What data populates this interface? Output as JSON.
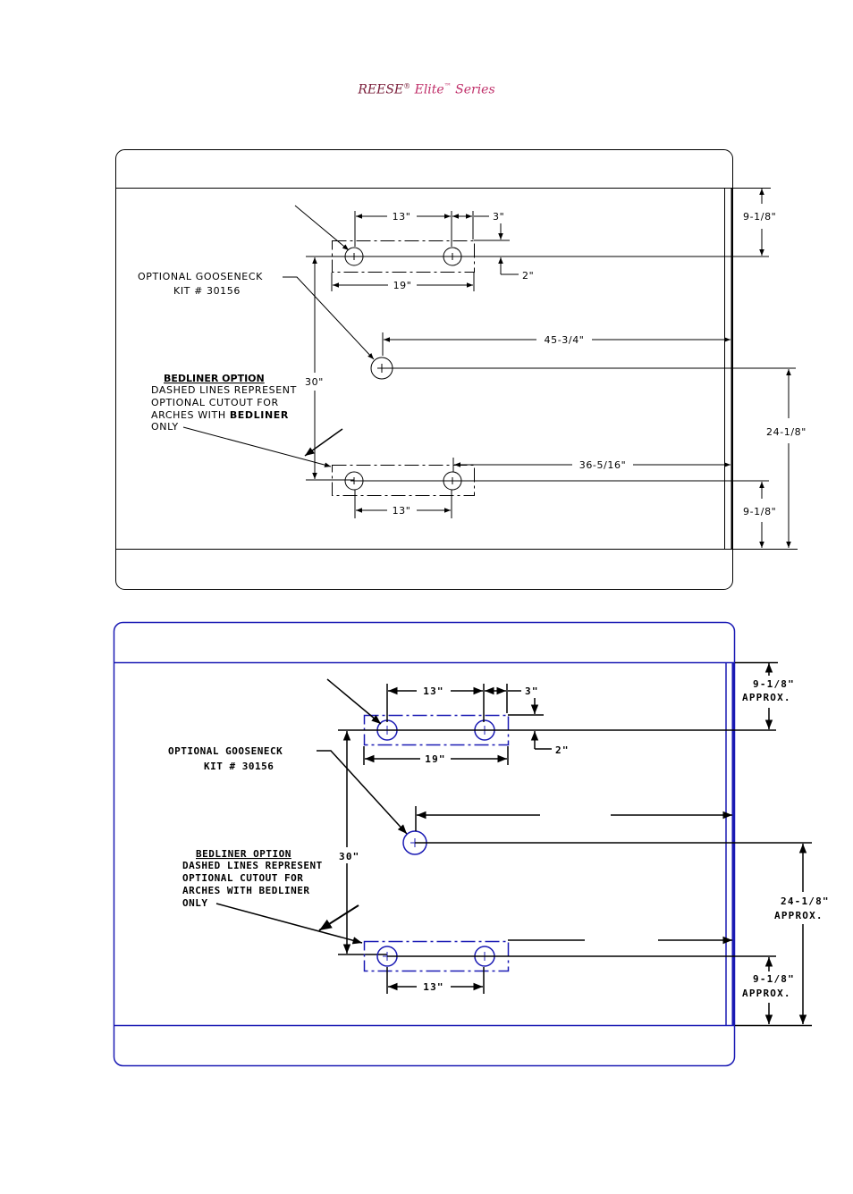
{
  "header": {
    "brand": "REESE",
    "reg": "®",
    "line": "Elite",
    "tm": "™",
    "series": "Series"
  },
  "colors": {
    "header": "#7a1e3a",
    "diagram2": "#1a1ab4"
  },
  "diagram1": {
    "dims": {
      "top_spacing": "13\"",
      "top_offset": "3\"",
      "top_gap": "2\"",
      "rail_spacing": "19\"",
      "vertical": "30\"",
      "gooseneck_dist": "45-3/4\"",
      "rear_dist": "36-5/16\"",
      "bottom_spacing": "13\"",
      "right_top": "9-1/8\"",
      "right_mid": "24-1/8\"",
      "right_bottom": "9-1/8\""
    },
    "gooseneck": {
      "line1": "OPTIONAL GOOSENECK",
      "line2": "KIT # 30156"
    },
    "bedliner": {
      "title": "BEDLINER OPTION",
      "line1": "DASHED LINES REPRESENT",
      "line2": "OPTIONAL CUTOUT FOR",
      "line3a": "ARCHES WITH ",
      "line3b": "BEDLINER",
      "line4": "ONLY"
    }
  },
  "diagram2": {
    "dims": {
      "top_spacing": "13\"",
      "top_offset": "3\"",
      "top_gap": "2\"",
      "rail_spacing": "19\"",
      "vertical": "30\"",
      "bottom_spacing": "13\"",
      "right_top": "9-1/8\"",
      "right_mid": "24-1/8\"",
      "right_bottom": "9-1/8\"",
      "approx": "APPROX."
    },
    "gooseneck": {
      "line1": "OPTIONAL GOOSENECK",
      "line2": "KIT # 30156"
    },
    "bedliner": {
      "title": "BEDLINER OPTION",
      "line1": "DASHED LINES REPRESENT",
      "line2": "OPTIONAL CUTOUT FOR",
      "line3": "ARCHES WITH BEDLINER",
      "line4": "ONLY"
    }
  }
}
